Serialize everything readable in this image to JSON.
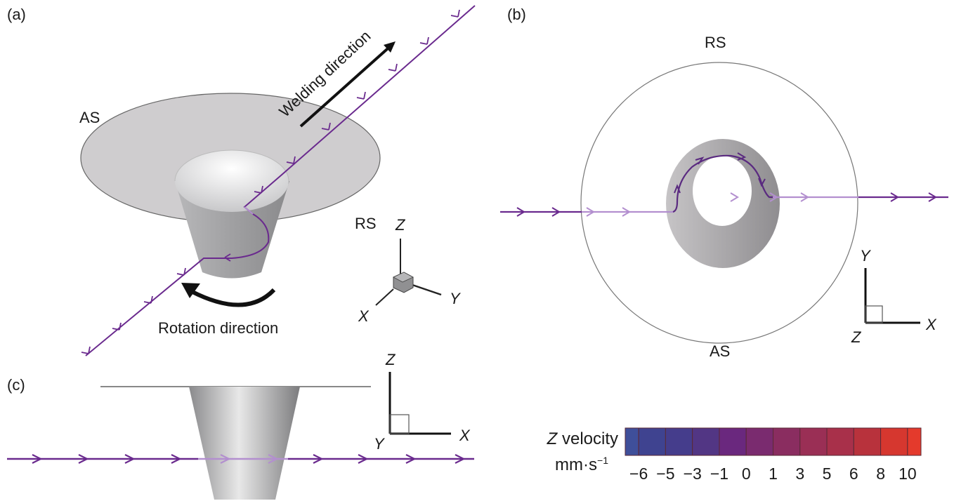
{
  "panels": {
    "a": {
      "tag": "(a)",
      "advancing_side": "AS",
      "retreating_side": "RS",
      "welding_direction": "Welding direction",
      "rotation_direction": "Rotation direction",
      "axes": {
        "z": "Z",
        "x": "X",
        "y": "Y"
      }
    },
    "b": {
      "tag": "(b)",
      "top_label": "RS",
      "bottom_label": "AS",
      "axes": {
        "y": "Y",
        "x": "X",
        "z": "Z"
      }
    },
    "c": {
      "tag": "(c)",
      "axes": {
        "z": "Z",
        "x": "X",
        "y": "Y"
      }
    }
  },
  "colorbar": {
    "title_italic": "Z",
    "title": "velocity",
    "units": "mm·s",
    "units_sup": "−1",
    "ticks": [
      "−6",
      "−5",
      "−3",
      "−1",
      "0",
      "1",
      "3",
      "5",
      "6",
      "8",
      "10"
    ],
    "colors": [
      "#3f4f9a",
      "#3f4390",
      "#453d8c",
      "#523684",
      "#6a287e",
      "#7a2b6f",
      "#8a2d60",
      "#9a2f55",
      "#a8304a",
      "#b8323c",
      "#d6372f",
      "#e43a2c"
    ]
  },
  "streamline_color": "#6a2a8e"
}
